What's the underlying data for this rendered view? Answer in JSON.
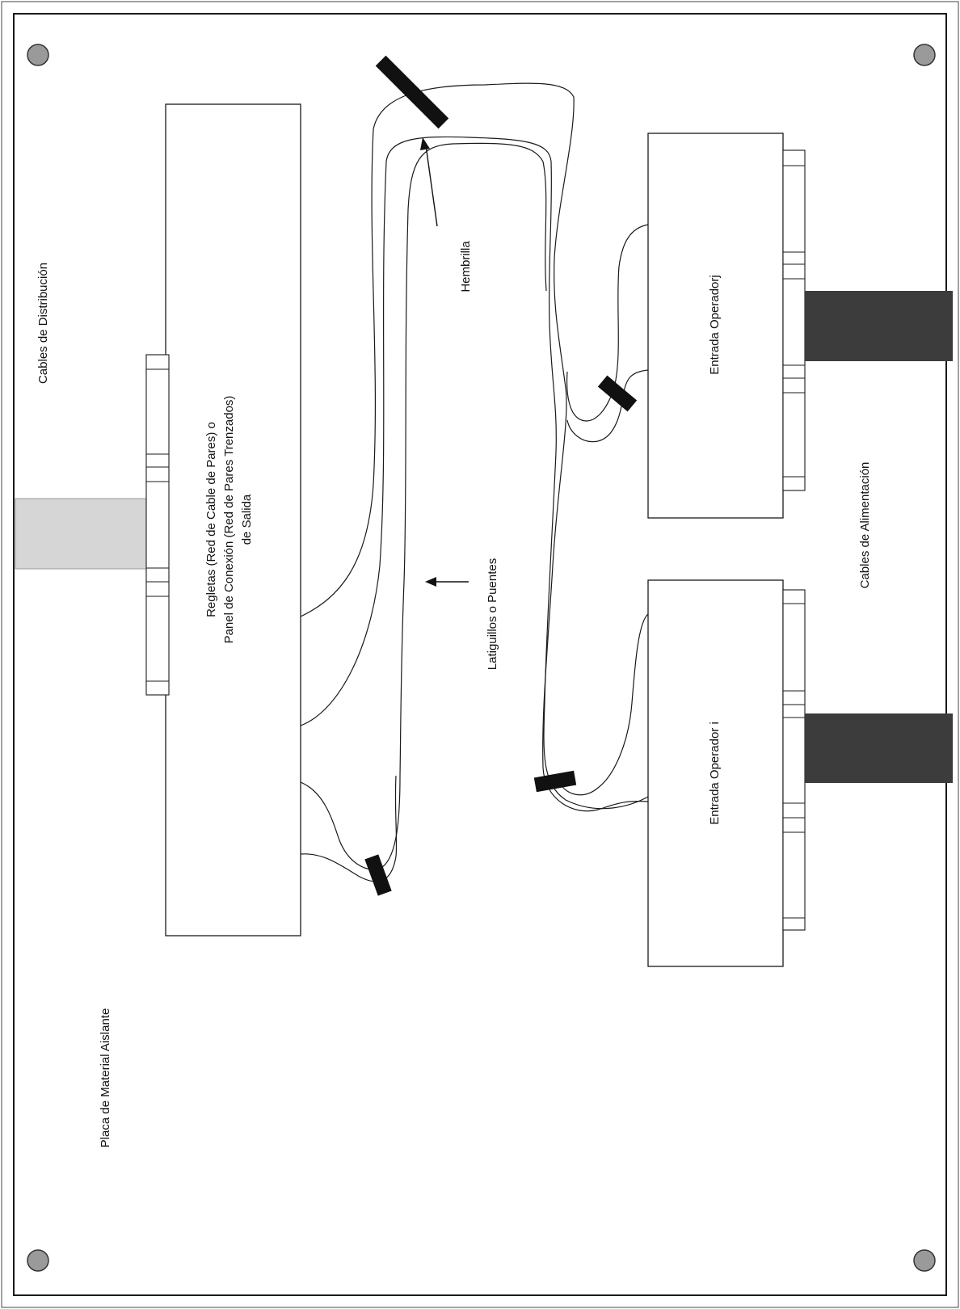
{
  "labels": {
    "distribution_cables": "Cables de Distribución",
    "panel_line1": "Regletas (Red de Cable de Pares) o",
    "panel_line2": "Panel de Conexión (Red de Pares Trenzados)",
    "panel_line3": "de  Salida",
    "jack": "Hembrilla",
    "patch_cords": "Latiguillos o Puentes",
    "operator_j": "Entrada Operadorj",
    "operator_i": "Entrada Operador i",
    "power_cables": "Cables de Alimentación",
    "insulating_plate": "Placa de Material Aislante"
  },
  "colors": {
    "plate_border": "#1a1a1a",
    "screw_fill": "#9a9a9a",
    "distribution_cable_fill": "#d6d6d6",
    "power_cable_fill": "#3c3c3c",
    "connector_fill": "#111111"
  }
}
